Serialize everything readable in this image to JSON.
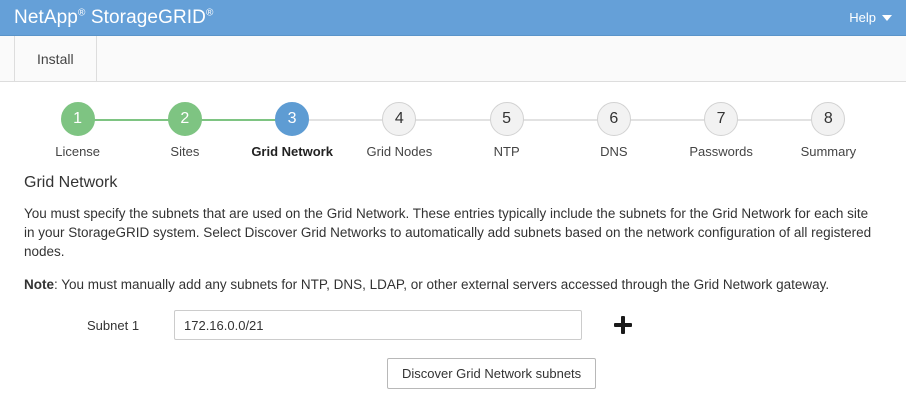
{
  "header": {
    "brand_main": "NetApp",
    "brand_sup1": "®",
    "brand_second": " StorageGRID",
    "brand_sup2": "®",
    "help_label": "Help",
    "caret_icon": "chevron-down-icon",
    "background_color": "#65a0d8"
  },
  "tabs": [
    {
      "label": "Install",
      "active": true
    }
  ],
  "wizard": {
    "current_step": 3,
    "colors": {
      "done": "#7ec482",
      "active": "#5e9cd3",
      "pending": "#f2f2f2",
      "pending_border": "#d2d2d2",
      "connector_done": "#7ec482",
      "connector_pending": "#e2e2e2"
    },
    "steps": [
      {
        "number": "1",
        "label": "License",
        "state": "done"
      },
      {
        "number": "2",
        "label": "Sites",
        "state": "done"
      },
      {
        "number": "3",
        "label": "Grid Network",
        "state": "active"
      },
      {
        "number": "4",
        "label": "Grid Nodes",
        "state": "pending"
      },
      {
        "number": "5",
        "label": "NTP",
        "state": "pending"
      },
      {
        "number": "6",
        "label": "DNS",
        "state": "pending"
      },
      {
        "number": "7",
        "label": "Passwords",
        "state": "pending"
      },
      {
        "number": "8",
        "label": "Summary",
        "state": "pending"
      }
    ]
  },
  "main": {
    "title": "Grid Network",
    "description": "You must specify the subnets that are used on the Grid Network. These entries typically include the subnets for the Grid Network for each site in your StorageGRID system. Select Discover Grid Networks to automatically add subnets based on the network configuration of all registered nodes.",
    "note_label": "Note",
    "note_text": ": You must manually add any subnets for NTP, DNS, LDAP, or other external servers accessed through the Grid Network gateway.",
    "form": {
      "subnet_label": "Subnet 1",
      "subnet_value": "172.16.0.0/21",
      "subnet_placeholder": "",
      "add_icon": "plus-icon"
    },
    "discover_button_label": "Discover Grid Network subnets"
  }
}
